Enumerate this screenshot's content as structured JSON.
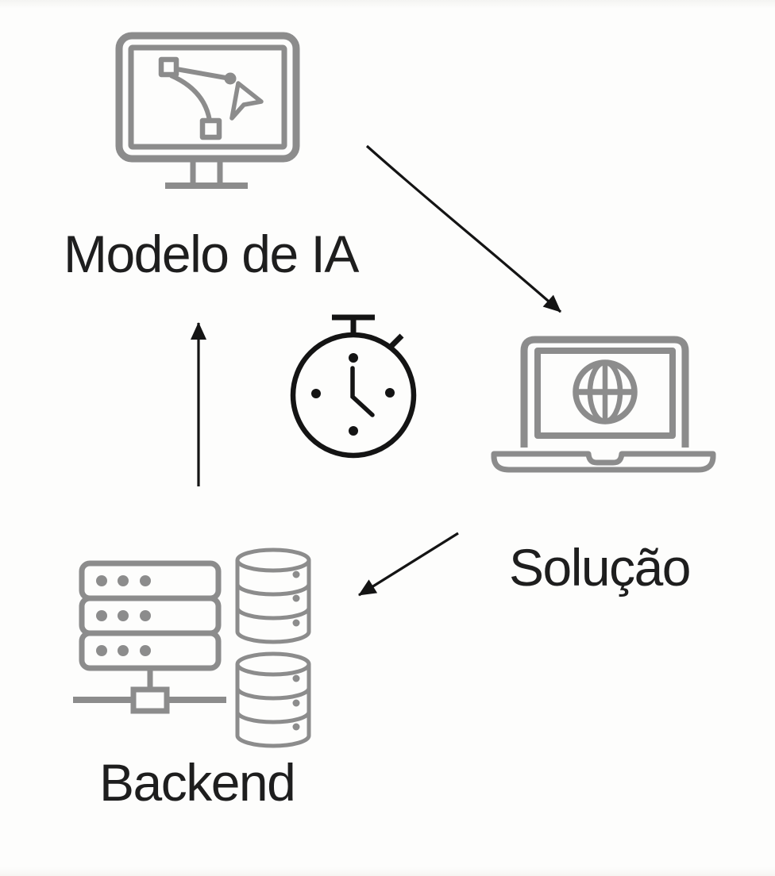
{
  "nodes": [
    {
      "id": "modelo-de-ia",
      "label": "Modelo de IA",
      "icon": "bezier-design-monitor-icon"
    },
    {
      "id": "solucao",
      "label": "Solução",
      "icon": "laptop-globe-icon"
    },
    {
      "id": "backend",
      "label": "Backend",
      "icon": "server-database-icon"
    }
  ],
  "center_icon": "stopwatch-icon",
  "arrows": [
    {
      "from": "modelo-de-ia",
      "to": "solucao"
    },
    {
      "from": "solucao",
      "to": "backend"
    },
    {
      "from": "backend",
      "to": "modelo-de-ia"
    }
  ],
  "colors": {
    "icon_gray": "#8c8c8c",
    "line_black": "#141414",
    "text_black": "#1e1e1e",
    "background": "#fdfdfc"
  }
}
